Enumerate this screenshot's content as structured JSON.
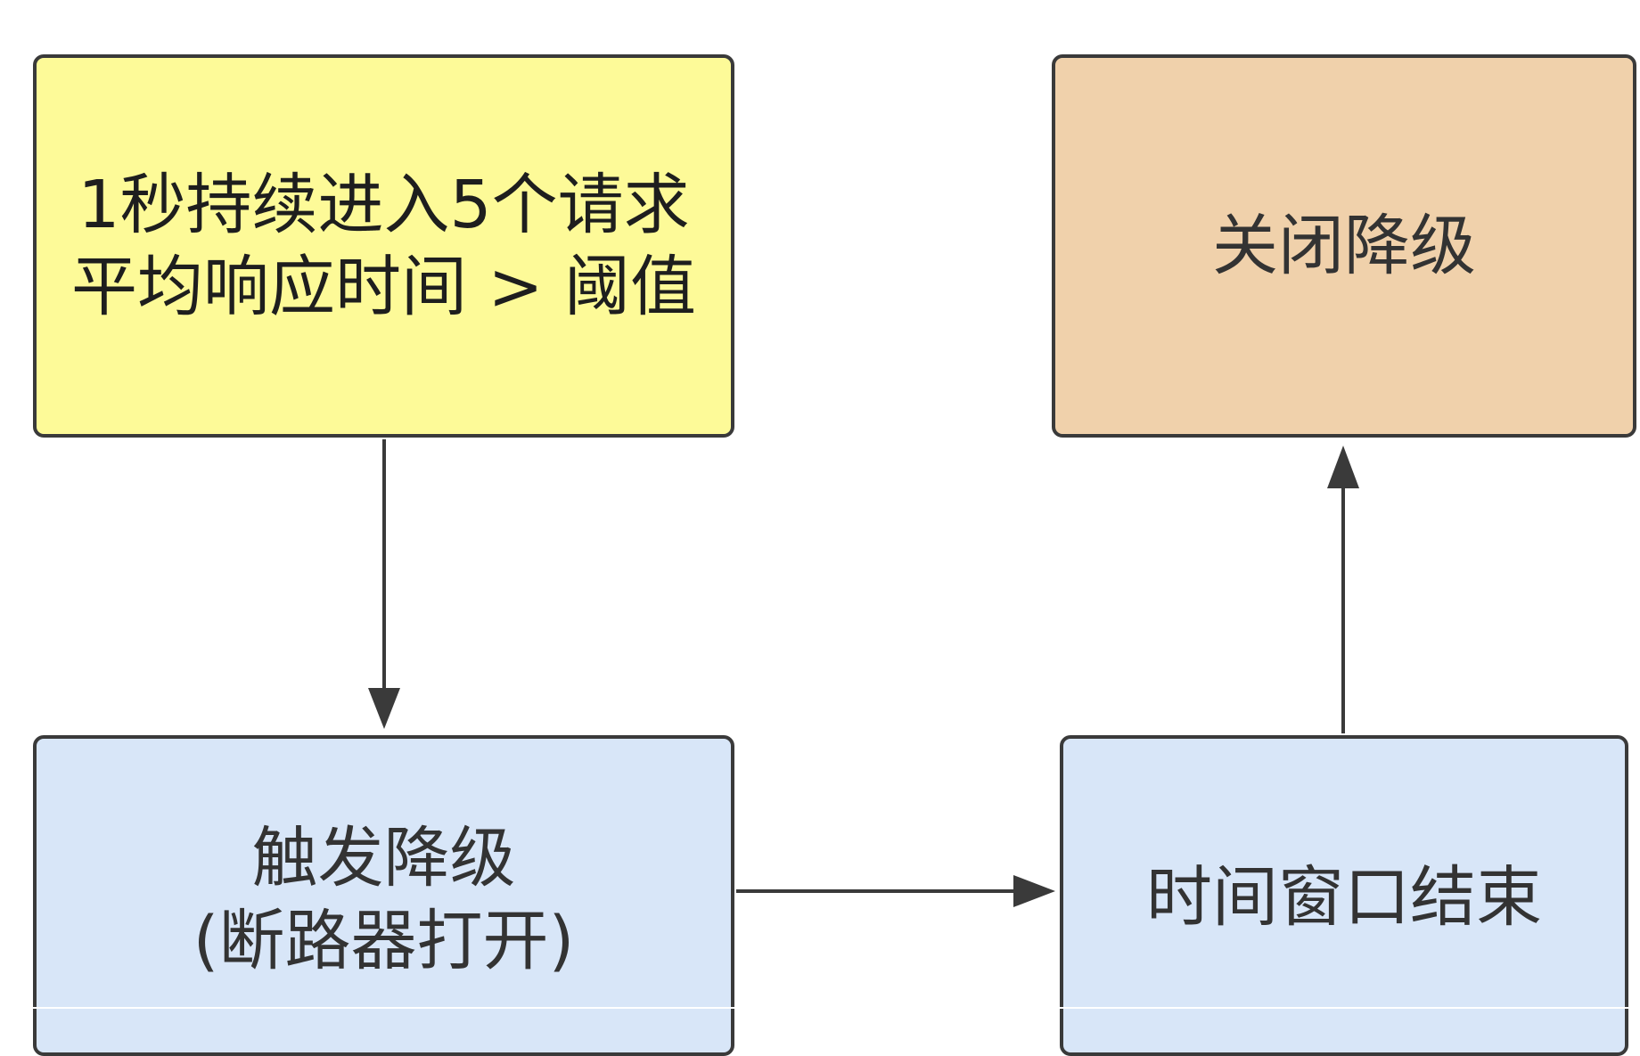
{
  "nodes": {
    "condition": {
      "lines": [
        "1秒持续进入5个请求",
        "平均响应时间 > 阈值"
      ],
      "color": "#fdfa98"
    },
    "close": {
      "lines": [
        "关闭降级"
      ],
      "color": "#f0d1ab"
    },
    "trigger": {
      "lines": [
        "触发降级",
        "(断路器打开)"
      ],
      "color": "#d8e6f8"
    },
    "window_end": {
      "lines": [
        "时间窗口结束"
      ],
      "color": "#d8e6f8"
    }
  },
  "edges": [
    {
      "from": "condition",
      "to": "trigger"
    },
    {
      "from": "trigger",
      "to": "window_end"
    },
    {
      "from": "window_end",
      "to": "close"
    }
  ],
  "edge_color": "#3a3a3a"
}
